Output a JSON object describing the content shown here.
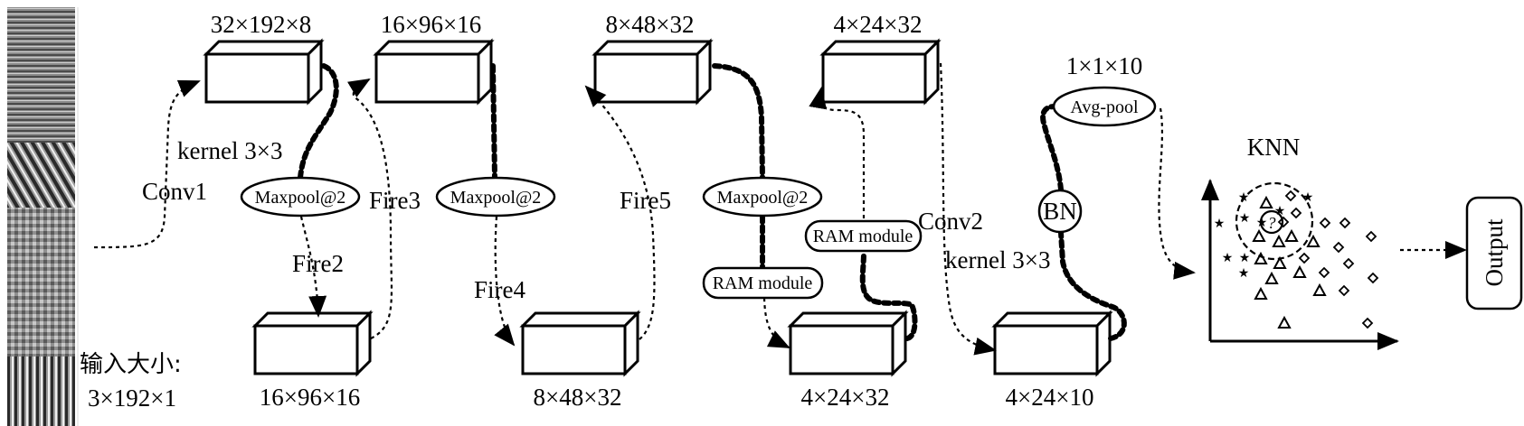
{
  "title": "SqueezeNet-RAM + KNN network architecture",
  "input": {
    "label": "输入大小:",
    "size": "3×192×1"
  },
  "feature_maps": [
    {
      "id": "fm1",
      "size": "32×192×8",
      "row": "top"
    },
    {
      "id": "fm2",
      "size": "16×96×16",
      "row": "bottom"
    },
    {
      "id": "fm3",
      "size": "16×96×16",
      "row": "top"
    },
    {
      "id": "fm4",
      "size": "8×48×32",
      "row": "bottom"
    },
    {
      "id": "fm5",
      "size": "8×48×32",
      "row": "top"
    },
    {
      "id": "fm6",
      "size": "4×24×32",
      "row": "bottom"
    },
    {
      "id": "fm7",
      "size": "4×24×32",
      "row": "top"
    },
    {
      "id": "fm8",
      "size": "4×24×10",
      "row": "bottom"
    }
  ],
  "operations": {
    "conv1": "Conv1",
    "kernel1": "kernel 3×3",
    "fire2": "Fire2",
    "fire3": "Fire3",
    "fire4": "Fire4",
    "fire5": "Fire5",
    "conv2": "Conv2",
    "kernel2": "kernel 3×3"
  },
  "nodes": {
    "maxpool1": "Maxpool@2",
    "maxpool2": "Maxpool@2",
    "maxpool3": "Maxpool@2",
    "ram1": "RAM module",
    "ram2": "RAM module",
    "bn": "BN",
    "avgpool": "Avg-pool",
    "avgpool_size": "1×1×10"
  },
  "knn": {
    "title": "KNN",
    "query": "?",
    "legend_classes": [
      "star",
      "triangle",
      "diamond"
    ]
  },
  "output": {
    "label": "Output"
  },
  "colors": {
    "stroke": "#000000",
    "background": "#ffffff"
  }
}
